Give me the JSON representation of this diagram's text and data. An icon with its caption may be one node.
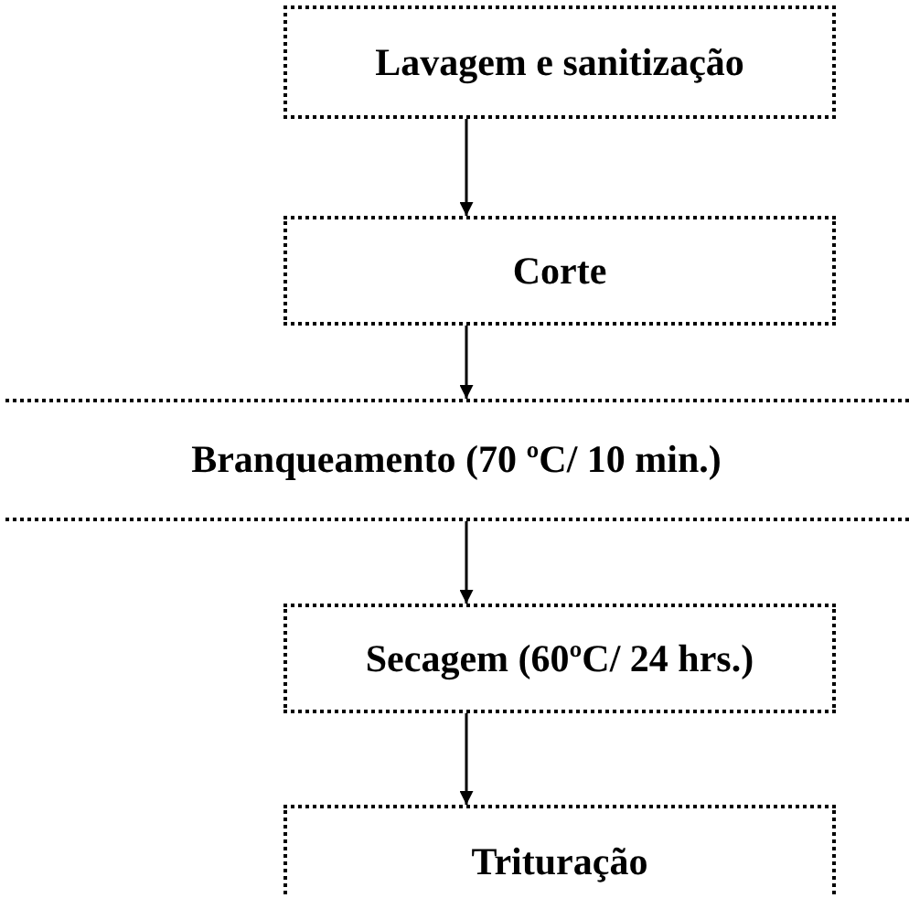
{
  "diagram": {
    "nodes": [
      {
        "text": [
          "Lavagem e sanitização"
        ]
      },
      {
        "text": [
          "Corte"
        ]
      },
      {
        "text": [
          "Branqueamento (70 ºC/ 10 min.)"
        ]
      },
      {
        "text": [
          "Secagem (60ºC/ 24 hrs.)"
        ]
      },
      {
        "text": [
          "Trituração"
        ]
      }
    ],
    "edges": [
      {
        "from": 0,
        "to": 1,
        "arrow": "to"
      },
      {
        "from": 1,
        "to": 2,
        "arrow": "to"
      },
      {
        "from": 2,
        "to": 3,
        "arrow": "to"
      },
      {
        "from": 3,
        "to": 4,
        "arrow": "to"
      }
    ]
  }
}
